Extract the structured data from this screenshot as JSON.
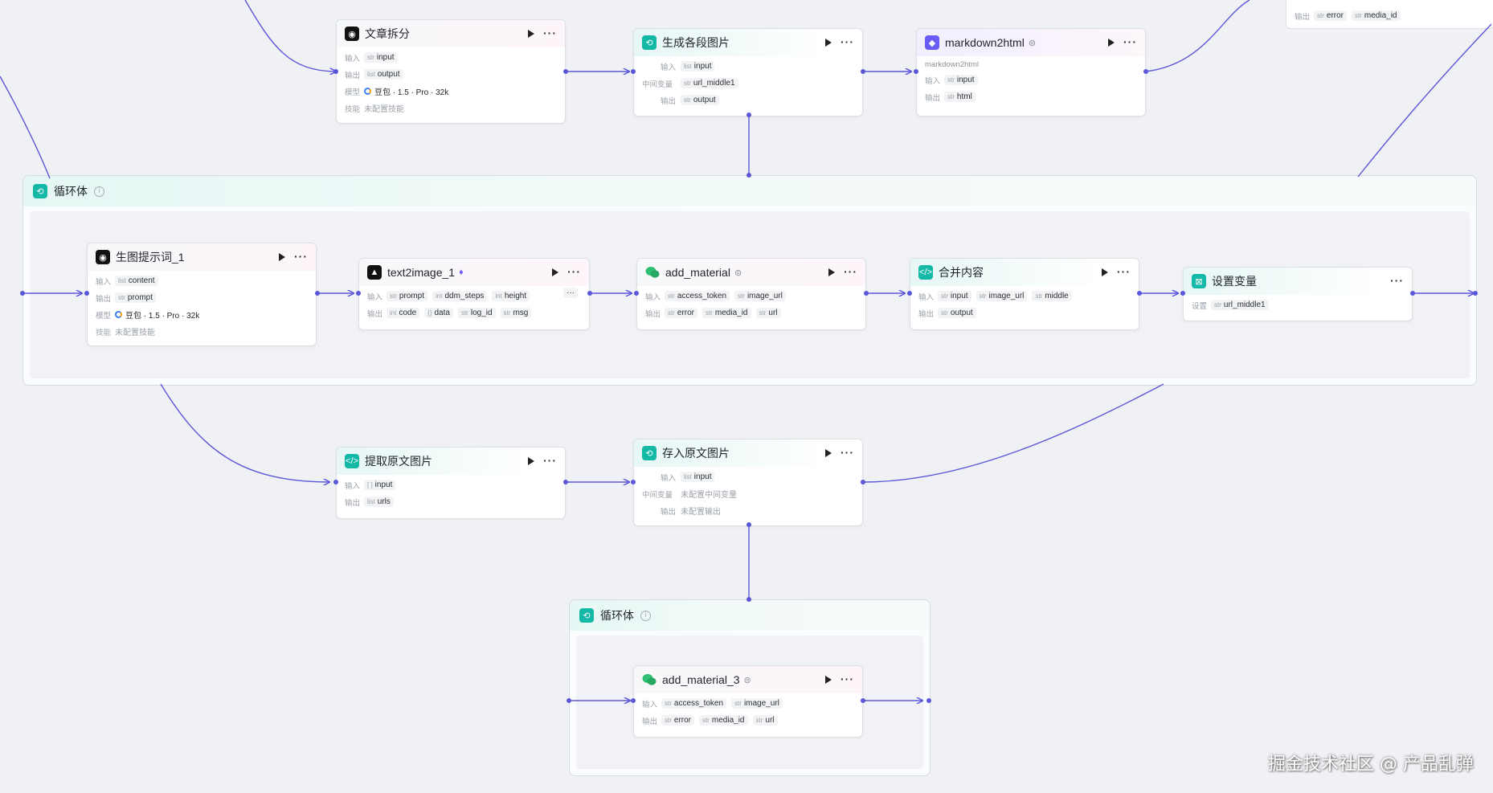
{
  "corner_card": {
    "output_label": "输出",
    "outputs": [
      {
        "type": "str",
        "name": "error"
      },
      {
        "type": "str",
        "name": "media_id"
      }
    ]
  },
  "nodes": {
    "split": {
      "title": "文章拆分",
      "in_label": "输入",
      "out_label": "输出",
      "model_label": "模型",
      "skill_label": "技能",
      "inputs": [
        {
          "type": "str",
          "name": "input"
        }
      ],
      "outputs": [
        {
          "type": "list",
          "name": "output"
        }
      ],
      "model": "豆包 · 1.5 · Pro · 32k",
      "skill": "未配置技能"
    },
    "gen_images": {
      "title": "生成各段图片",
      "in_label": "输入",
      "mid_label": "中间变量",
      "out_label": "输出",
      "inputs": [
        {
          "type": "list",
          "name": "input"
        }
      ],
      "mids": [
        {
          "type": "str",
          "name": "url_middle1"
        }
      ],
      "outputs": [
        {
          "type": "str",
          "name": "output"
        }
      ]
    },
    "md2html": {
      "title": "markdown2html",
      "desc": "markdown2html",
      "in_label": "输入",
      "out_label": "输出",
      "inputs": [
        {
          "type": "str",
          "name": "input"
        }
      ],
      "outputs": [
        {
          "type": "str",
          "name": "html"
        }
      ]
    },
    "prompt1": {
      "title": "生图提示词_1",
      "in_label": "输入",
      "out_label": "输出",
      "model_label": "模型",
      "skill_label": "技能",
      "inputs": [
        {
          "type": "list",
          "name": "content"
        }
      ],
      "outputs": [
        {
          "type": "str",
          "name": "prompt"
        }
      ],
      "model": "豆包 · 1.5 · Pro · 32k",
      "skill": "未配置技能"
    },
    "t2i": {
      "title": "text2image_1",
      "in_label": "输入",
      "out_label": "输出",
      "inputs": [
        {
          "type": "str",
          "name": "prompt"
        },
        {
          "type": "int",
          "name": "ddm_steps"
        },
        {
          "type": "int",
          "name": "height"
        }
      ],
      "overflow": "···",
      "outputs": [
        {
          "type": "int",
          "name": "code"
        },
        {
          "type": "{}",
          "name": "data"
        },
        {
          "type": "str",
          "name": "log_id"
        },
        {
          "type": "str",
          "name": "msg"
        }
      ]
    },
    "add_material": {
      "title": "add_material",
      "in_label": "输入",
      "out_label": "输出",
      "inputs": [
        {
          "type": "str",
          "name": "access_token"
        },
        {
          "type": "str",
          "name": "image_url"
        }
      ],
      "outputs": [
        {
          "type": "str",
          "name": "error"
        },
        {
          "type": "str",
          "name": "media_id"
        },
        {
          "type": "str",
          "name": "url"
        }
      ]
    },
    "merge": {
      "title": "合并内容",
      "in_label": "输入",
      "out_label": "输出",
      "inputs": [
        {
          "type": "str",
          "name": "input"
        },
        {
          "type": "str",
          "name": "image_url"
        },
        {
          "type": "str",
          "name": "middle"
        }
      ],
      "outputs": [
        {
          "type": "str",
          "name": "output"
        }
      ]
    },
    "setvar": {
      "title": "设置变量",
      "set_label": "设置",
      "sets": [
        {
          "type": "str",
          "name": "url_middle1"
        }
      ]
    },
    "extract": {
      "title": "提取原文图片",
      "in_label": "输入",
      "out_label": "输出",
      "inputs": [
        {
          "type": "[ ]",
          "name": "input"
        }
      ],
      "outputs": [
        {
          "type": "list",
          "name": "urls"
        }
      ]
    },
    "save_images": {
      "title": "存入原文图片",
      "in_label": "输入",
      "mid_label": "中间变量",
      "out_label": "输出",
      "inputs": [
        {
          "type": "list",
          "name": "input"
        }
      ],
      "mid_empty": "未配置中间变量",
      "out_empty": "未配置输出"
    },
    "add_material3": {
      "title": "add_material_3",
      "in_label": "输入",
      "out_label": "输出",
      "inputs": [
        {
          "type": "str",
          "name": "access_token"
        },
        {
          "type": "str",
          "name": "image_url"
        }
      ],
      "outputs": [
        {
          "type": "str",
          "name": "error"
        },
        {
          "type": "str",
          "name": "media_id"
        },
        {
          "type": "str",
          "name": "url"
        }
      ]
    }
  },
  "loops": {
    "loop1": {
      "title": "循环体",
      "info": "i"
    },
    "loop2": {
      "title": "循环体",
      "info": "i"
    }
  },
  "watermark": "掘金技术社区 @ 产品乱弹",
  "colors": {
    "edge": "#5b57d9",
    "accent_teal": "#14b8a6",
    "canvas": "#f0f1f4"
  }
}
